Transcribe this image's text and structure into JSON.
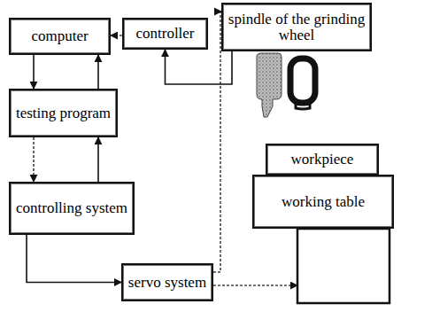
{
  "diagram": {
    "nodes": [
      {
        "text": [
          "computer"
        ]
      },
      {
        "text": [
          "controller"
        ]
      },
      {
        "text": [
          "spindle of the grinding wheel"
        ]
      },
      {
        "text": [
          "testing program"
        ]
      },
      {
        "text": [
          "workpiece"
        ]
      },
      {
        "text": [
          "working table"
        ]
      },
      {
        "text": [
          "controlling system"
        ]
      },
      {
        "text": [
          "servo system"
        ]
      }
    ],
    "edges": [
      {
        "from": 1,
        "to": 0,
        "arrow": "to"
      },
      {
        "from": 0,
        "to": 3,
        "arrow": "to"
      },
      {
        "from": 3,
        "to": 0,
        "arrow": "to"
      },
      {
        "from": 3,
        "to": 6,
        "arrow": "to"
      },
      {
        "from": 6,
        "to": 3,
        "arrow": "to"
      },
      {
        "from": 6,
        "to": 7,
        "arrow": "to"
      },
      {
        "from": 7,
        "to": 2,
        "arrow": "to"
      },
      {
        "from": 2,
        "to": 1,
        "arrow": "to"
      },
      {
        "from": 7,
        "to": 5,
        "arrow": "to"
      }
    ]
  }
}
